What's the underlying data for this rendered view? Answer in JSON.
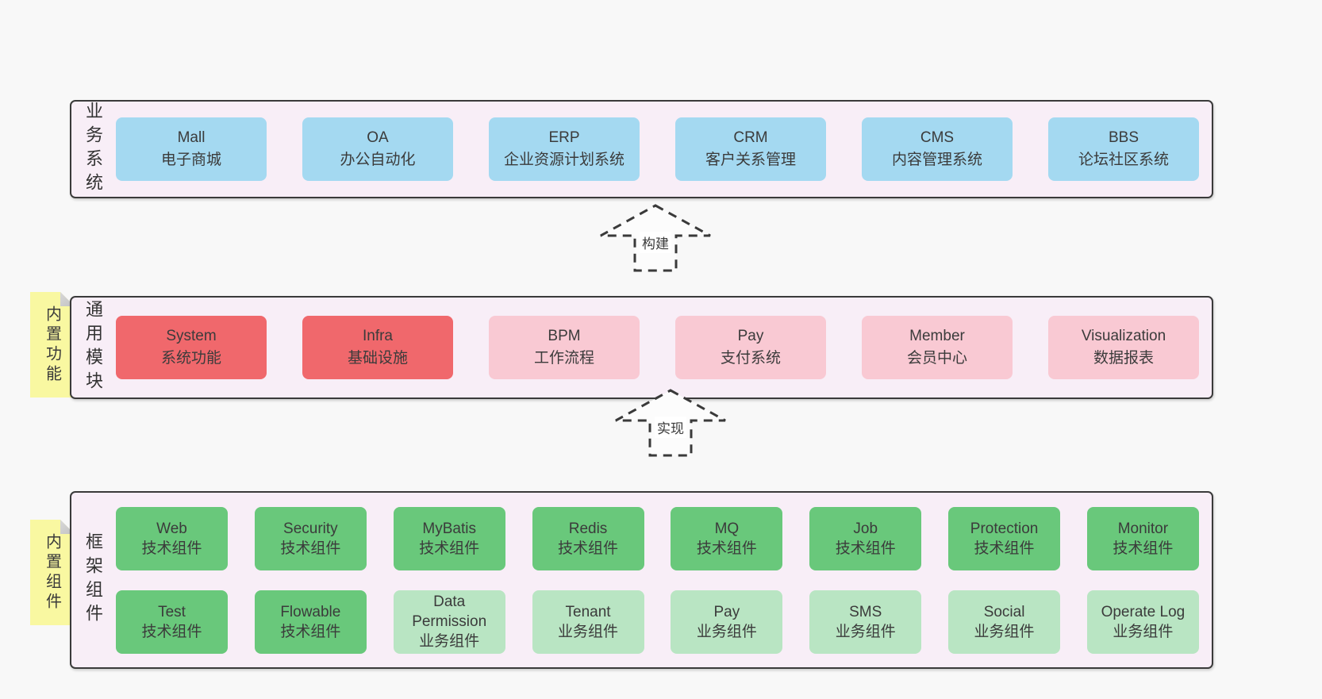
{
  "colors": {
    "page_bg": "#f8f8f8",
    "container_bg": "#f8eef7",
    "container_border": "#3a3a3a",
    "blue_box": "#a4d9f1",
    "red_box": "#f0686c",
    "pink_box": "#f9c9d3",
    "green_box": "#69c87b",
    "lightgreen_box": "#b9e5c3",
    "note_bg": "#f9f8a1",
    "text": "#3b3b3b"
  },
  "arrows": [
    {
      "label": "构建"
    },
    {
      "label": "实现"
    }
  ],
  "layers": [
    {
      "label": "业务系统",
      "note": null,
      "rows": [
        [
          {
            "en": "Mall",
            "zh": "电子商城",
            "type": "blue"
          },
          {
            "en": "OA",
            "zh": "办公自动化",
            "type": "blue"
          },
          {
            "en": "ERP",
            "zh": "企业资源计划系统",
            "type": "blue"
          },
          {
            "en": "CRM",
            "zh": "客户关系管理",
            "type": "blue"
          },
          {
            "en": "CMS",
            "zh": "内容管理系统",
            "type": "blue"
          },
          {
            "en": "BBS",
            "zh": "论坛社区系统",
            "type": "blue"
          }
        ]
      ]
    },
    {
      "label": "通用模块",
      "note": "内置功能",
      "rows": [
        [
          {
            "en": "System",
            "zh": "系统功能",
            "type": "red"
          },
          {
            "en": "Infra",
            "zh": "基础设施",
            "type": "red"
          },
          {
            "en": "BPM",
            "zh": "工作流程",
            "type": "pink"
          },
          {
            "en": "Pay",
            "zh": "支付系统",
            "type": "pink"
          },
          {
            "en": "Member",
            "zh": "会员中心",
            "type": "pink"
          },
          {
            "en": "Visualization",
            "zh": "数据报表",
            "type": "pink"
          }
        ]
      ]
    },
    {
      "label": "框架组件",
      "note": "内置组件",
      "rows": [
        [
          {
            "en": "Web",
            "zh": "技术组件",
            "type": "green"
          },
          {
            "en": "Security",
            "zh": "技术组件",
            "type": "green"
          },
          {
            "en": "MyBatis",
            "zh": "技术组件",
            "type": "green"
          },
          {
            "en": "Redis",
            "zh": "技术组件",
            "type": "green"
          },
          {
            "en": "MQ",
            "zh": "技术组件",
            "type": "green"
          },
          {
            "en": "Job",
            "zh": "技术组件",
            "type": "green"
          },
          {
            "en": "Protection",
            "zh": "技术组件",
            "type": "green"
          },
          {
            "en": "Monitor",
            "zh": "技术组件",
            "type": "green"
          }
        ],
        [
          {
            "en": "Test",
            "zh": "技术组件",
            "type": "green"
          },
          {
            "en": "Flowable",
            "zh": "技术组件",
            "type": "green"
          },
          {
            "en": "Data Permission",
            "zh": "业务组件",
            "type": "lightgreen"
          },
          {
            "en": "Tenant",
            "zh": "业务组件",
            "type": "lightgreen"
          },
          {
            "en": "Pay",
            "zh": "业务组件",
            "type": "lightgreen"
          },
          {
            "en": "SMS",
            "zh": "业务组件",
            "type": "lightgreen"
          },
          {
            "en": "Social",
            "zh": "业务组件",
            "type": "lightgreen"
          },
          {
            "en": "Operate Log",
            "zh": "业务组件",
            "type": "lightgreen"
          }
        ]
      ]
    }
  ]
}
